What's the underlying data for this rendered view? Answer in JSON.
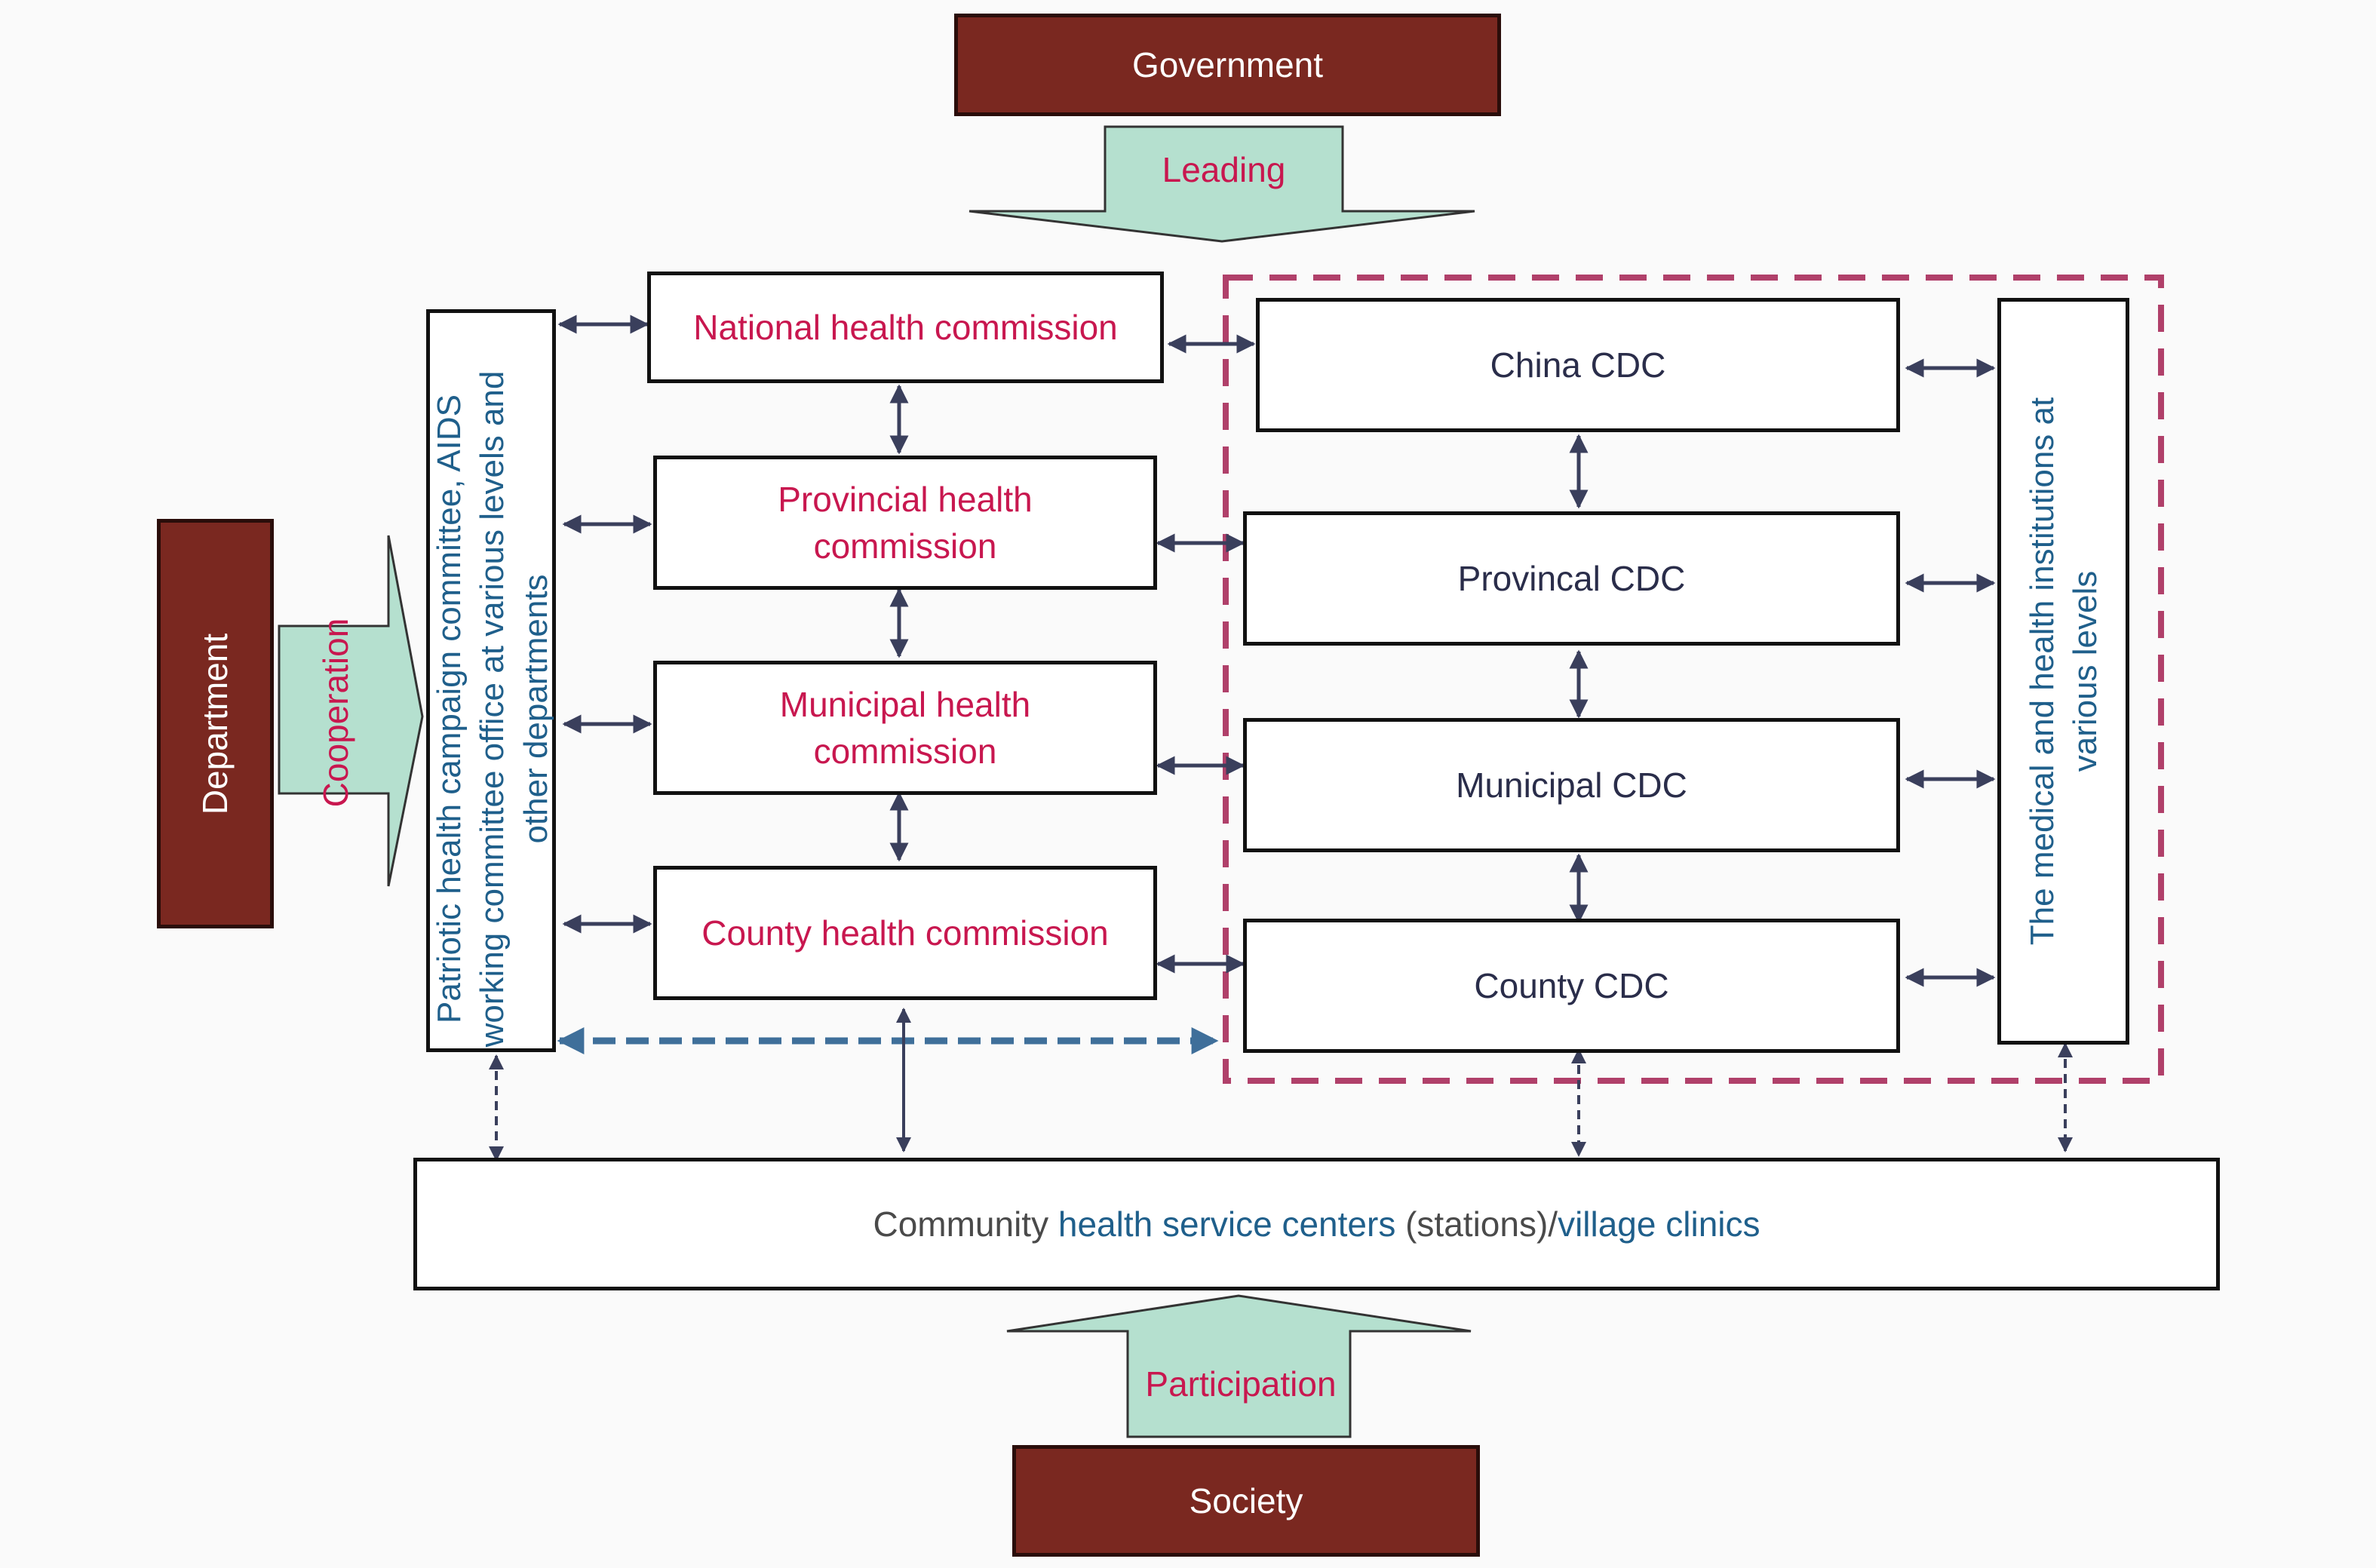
{
  "nodes": {
    "government": "Government",
    "leading": "Leading",
    "department": "Department",
    "cooperation": "Cooperation",
    "society": "Society",
    "participation": "Participation",
    "patriotic_committee": "Patriotic health campaign committee, AIDS working committee office at various levels and other departments",
    "national_hc": "National health commission",
    "provincial_hc": "Provincial health commission",
    "municipal_hc": "Municipal health commission",
    "county_hc": "County health commission",
    "china_cdc": "China CDC",
    "provincial_cdc": "Provincal CDC",
    "municipal_cdc": "Municipal CDC",
    "county_cdc": "County CDC",
    "medical_institutions": "The medical and health institutions at various levels",
    "community_prefix": "Community ",
    "community_mid": "health service centers",
    "community_mid2": " (stations)/",
    "community_suffix": "village clinics"
  },
  "colors": {
    "maroon": "#7a2820",
    "mint": "#b5e0cf",
    "pink_text": "#c8174f",
    "navy_text": "#2a2d4a",
    "blue_text": "#1f5f8b",
    "arrow": "#3a3f5c",
    "dashed_blue": "#3f6f9a",
    "dashed_red": "#b0406a"
  }
}
